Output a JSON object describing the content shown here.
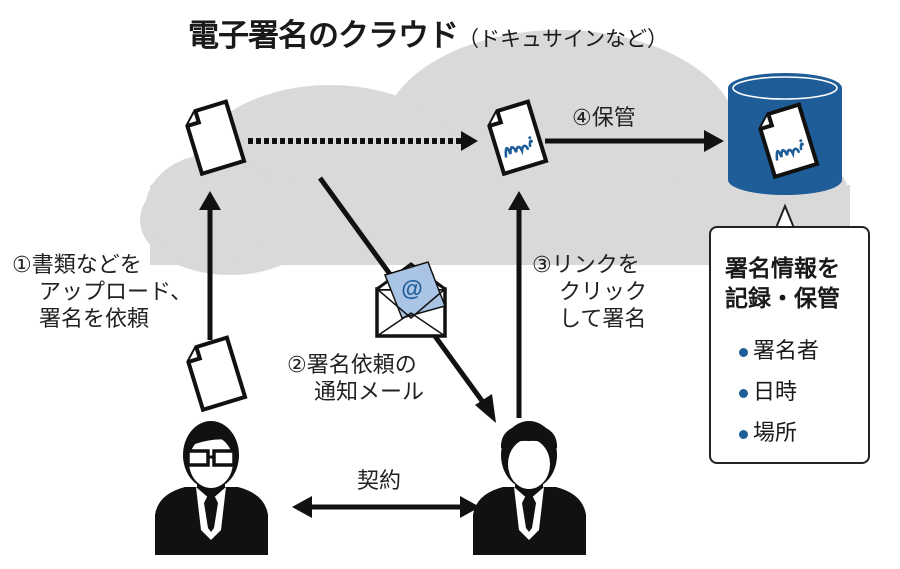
{
  "title": {
    "main": "電子署名のクラウド",
    "sub": "（ドキュサインなど）"
  },
  "steps": {
    "step1": [
      "①書類などを",
      "アップロード、",
      "署名を依頼"
    ],
    "step2": [
      "②署名依頼の",
      "通知メール"
    ],
    "step3": [
      "③リンクを",
      "クリック",
      "して署名"
    ],
    "step4": "④保管"
  },
  "contract_label": "契約",
  "callout": {
    "title": [
      "署名情報を",
      "記録・保管"
    ],
    "items": [
      "署名者",
      "日時",
      "場所"
    ]
  },
  "colors": {
    "cloud": "#d9d9d9",
    "accent_blue": "#1f5d99",
    "envelope_letter": "#a9c4e4",
    "stroke": "#111111"
  },
  "icons": {
    "email": "@"
  }
}
